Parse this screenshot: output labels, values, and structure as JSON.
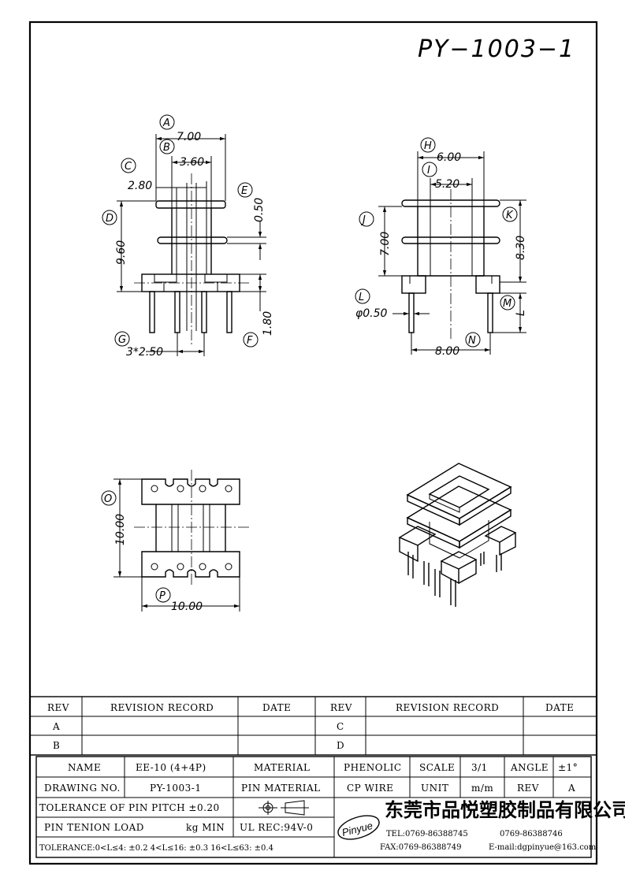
{
  "title": "PY−1003−1",
  "dims": {
    "a_7": "7.00",
    "b_36": "3.60",
    "c_28": "2.80",
    "d_96": "9.60",
    "e_05": "0.50",
    "f_18": "1.80",
    "g_pitch": "3*2.50",
    "h_6": "6.00",
    "i_52": "5.20",
    "j_7": "7.00",
    "k_83": "8.30",
    "l_dia": "φ0.50",
    "m_l": "L",
    "n_8": "8.00",
    "o_10": "10.00",
    "p_10": "10.00"
  },
  "markers": {
    "a": "A",
    "b": "B",
    "c": "C",
    "d": "D",
    "e": "E",
    "f": "F",
    "g": "G",
    "h": "H",
    "i": "I",
    "j": "J",
    "k": "K",
    "l": "L",
    "m": "M",
    "n": "N",
    "o": "O",
    "p": "P"
  },
  "revision": {
    "rev": "REV",
    "record": "REVISION RECORD",
    "date": "DATE",
    "row_a": "A",
    "row_b": "B",
    "row_c": "C",
    "row_d": "D"
  },
  "titleblock": {
    "name_label": "NAME",
    "name_value": "EE-10 (4+4P)",
    "material_label": "MATERIAL",
    "material_value": "PHENOLIC",
    "scale_label": "SCALE",
    "scale_value": "3/1",
    "angle_label": "ANGLE",
    "angle_value": "±1°",
    "drawing_label": "DRAWING NO.",
    "drawing_value": "PY-1003-1",
    "pin_material_label": "PIN MATERIAL",
    "pin_material_value": "CP WIRE",
    "unit_label": "UNIT",
    "unit_value": "m/m",
    "rev_label": "REV",
    "rev_value": "A",
    "tolerance_pitch": "TOLERANCE OF PIN PITCH ±0.20",
    "pin_load_label": "PIN TENION LOAD",
    "pin_load_value": "kg MIN",
    "ul": "UL REC:94V-0",
    "tolerance_ranges": "TOLERANCE:0<L≤4: ±0.2  4<L≤16: ±0.3  16<L≤63: ±0.4",
    "logo": "Pinyue",
    "company": "东莞市品悦塑胶制品有限公司",
    "tel": "TEL:0769-86388745",
    "tel2": "0769-86388746",
    "fax": "FAX:0769-86388749",
    "email": "E-mail:dgpinyue@163.com"
  }
}
